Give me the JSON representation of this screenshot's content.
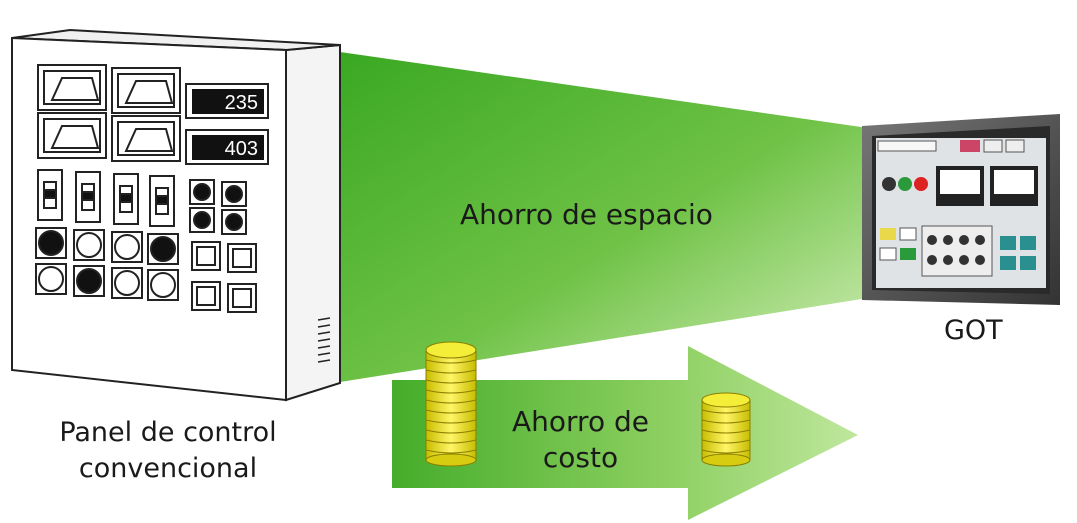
{
  "labels": {
    "space_saving": "Ahorro de espacio",
    "cost_saving_line1": "Ahorro de",
    "cost_saving_line2": "costo",
    "got": "GOT",
    "panel_line1": "Panel de control",
    "panel_line2": "convencional"
  },
  "panel_displays": [
    "235",
    "403"
  ],
  "colors": {
    "green_dark": "#3fae2a",
    "green_light": "#c8e9a6",
    "coin_gold": "#e8e21a",
    "coin_dark": "#9a8f00",
    "panel_outline": "#222222"
  }
}
